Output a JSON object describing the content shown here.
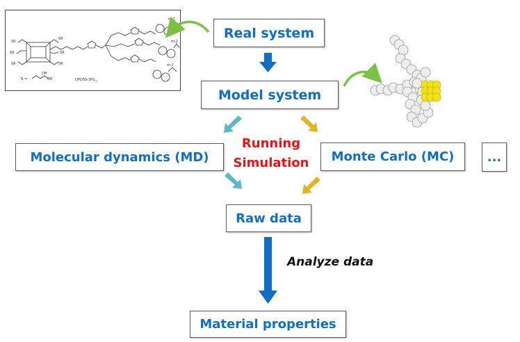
{
  "diagram": {
    "nodes": {
      "real_system": "Real system",
      "model_system": "Model system",
      "molecular_dynamics": "Molecular dynamics (MD)",
      "monte_carlo": "Monte Carlo (MC)",
      "more_methods": "...",
      "raw_data": "Raw data",
      "material_properties": "Material properties"
    },
    "labels": {
      "running_line1": "Running",
      "running_line2": "Simulation",
      "analyze": "Analyze data"
    },
    "chemical_structure": {
      "compound_label": "DPOSS-3PS",
      "compound_subscript": "m",
      "r_group_label": "R =",
      "substituent": "SR",
      "oh_label": "OH",
      "repeat_label": "m-2"
    },
    "edges": [
      {
        "from": "real_system",
        "to": "model_system",
        "style": "blue-arrow"
      },
      {
        "from": "model_system",
        "to": "molecular_dynamics",
        "style": "teal-arrow"
      },
      {
        "from": "model_system",
        "to": "monte_carlo",
        "style": "gold-arrow"
      },
      {
        "from": "molecular_dynamics",
        "to": "raw_data",
        "style": "teal-arrow"
      },
      {
        "from": "monte_carlo",
        "to": "raw_data",
        "style": "gold-arrow"
      },
      {
        "from": "raw_data",
        "to": "material_properties",
        "style": "blue-arrow",
        "label": "Analyze data"
      },
      {
        "from": "real_system",
        "to": "chemical_structure",
        "style": "green-curve"
      },
      {
        "from": "model_system",
        "to": "molecular_model",
        "style": "green-curve"
      }
    ],
    "colors": {
      "node_text": "#0f6fc6",
      "running_text": "#ee1111",
      "main_arrow": "#0f6fc6",
      "teal_arrow": "#5bb8c4",
      "gold_arrow": "#e3b320",
      "green_curve": "#7cc242",
      "bead_white": "#eeeeee",
      "bead_red": "#d42020",
      "bead_yellow": "#f2e21a"
    }
  }
}
